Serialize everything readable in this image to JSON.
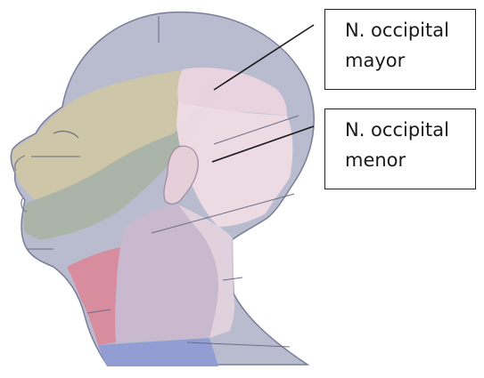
{
  "labels": {
    "occipital_mayor": {
      "line1": "N. occipital",
      "line2": "mayor"
    },
    "occipital_menor": {
      "line1": "N. occipital",
      "line2": "menor"
    }
  },
  "colors": {
    "skin_grey": "#b9bccf",
    "face_yellow": "#cfc7a3",
    "cheek_green": "#a9b3a4",
    "occipital_pink": "#e9d3dc",
    "neck_red": "#d98a9c",
    "clavicle_blue": "#8f9cd3",
    "neck_lilac": "#c8b7cd",
    "outline": "#7a7d95",
    "leader": "#1a1a1a"
  }
}
